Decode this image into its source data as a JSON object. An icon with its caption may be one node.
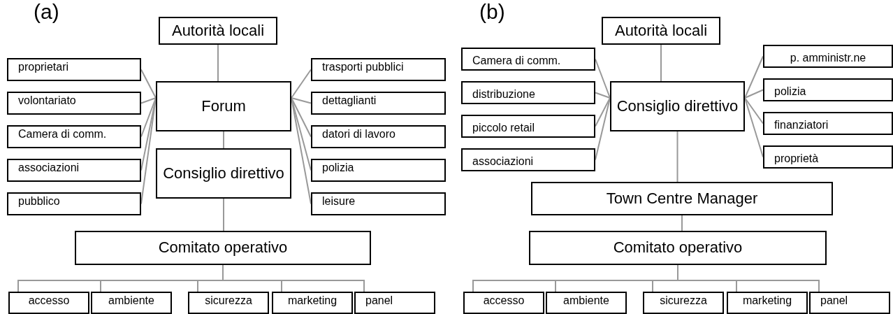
{
  "diagram": {
    "nodes": [
      {
        "text": [
          "Autorità locali"
        ]
      },
      {
        "text": [
          "proprietari"
        ]
      },
      {
        "text": [
          "volontariato"
        ]
      },
      {
        "text": [
          "Camera di comm."
        ]
      },
      {
        "text": [
          "associazioni"
        ]
      },
      {
        "text": [
          "pubblico"
        ]
      },
      {
        "text": [
          "Forum"
        ]
      },
      {
        "text": [
          "trasporti pubblici"
        ]
      },
      {
        "text": [
          "dettaglianti"
        ]
      },
      {
        "text": [
          "datori di lavoro"
        ]
      },
      {
        "text": [
          "polizia"
        ]
      },
      {
        "text": [
          "leisure"
        ]
      },
      {
        "text": [
          "Consiglio direttivo"
        ]
      },
      {
        "text": [
          "Comitato operativo"
        ]
      },
      {
        "text": [
          "accesso"
        ]
      },
      {
        "text": [
          "ambiente"
        ]
      },
      {
        "text": [
          "sicurezza"
        ]
      },
      {
        "text": [
          "marketing"
        ]
      },
      {
        "text": [
          "panel"
        ]
      },
      {
        "text": [
          "Autorità locali"
        ]
      },
      {
        "text": [
          "Camera di comm."
        ]
      },
      {
        "text": [
          "distribuzione"
        ]
      },
      {
        "text": [
          "piccolo retail"
        ]
      },
      {
        "text": [
          "associazioni"
        ]
      },
      {
        "text": [
          "Consiglio direttivo"
        ]
      },
      {
        "text": [
          "p. amministr.ne"
        ]
      },
      {
        "text": [
          "polizia"
        ]
      },
      {
        "text": [
          "finanziatori"
        ]
      },
      {
        "text": [
          "proprietà"
        ]
      },
      {
        "text": [
          "Town Centre Manager"
        ]
      },
      {
        "text": [
          "Comitato operativo"
        ]
      },
      {
        "text": [
          "accesso"
        ]
      },
      {
        "text": [
          "ambiente"
        ]
      },
      {
        "text": [
          "sicurezza"
        ]
      },
      {
        "text": [
          "marketing"
        ]
      },
      {
        "text": [
          "panel"
        ]
      }
    ],
    "edges": [
      {
        "from": 0,
        "to": 6,
        "arrow": "none"
      },
      {
        "from": 1,
        "to": 6,
        "arrow": "none"
      },
      {
        "from": 2,
        "to": 6,
        "arrow": "none"
      },
      {
        "from": 3,
        "to": 6,
        "arrow": "none"
      },
      {
        "from": 4,
        "to": 6,
        "arrow": "none"
      },
      {
        "from": 5,
        "to": 6,
        "arrow": "none"
      },
      {
        "from": 6,
        "to": 7,
        "arrow": "none"
      },
      {
        "from": 6,
        "to": 8,
        "arrow": "none"
      },
      {
        "from": 6,
        "to": 9,
        "arrow": "none"
      },
      {
        "from": 6,
        "to": 10,
        "arrow": "none"
      },
      {
        "from": 6,
        "to": 11,
        "arrow": "none"
      },
      {
        "from": 6,
        "to": 12,
        "arrow": "none"
      },
      {
        "from": 12,
        "to": 13,
        "arrow": "none"
      },
      {
        "from": 13,
        "to": 14,
        "arrow": "none"
      },
      {
        "from": 13,
        "to": 15,
        "arrow": "none"
      },
      {
        "from": 13,
        "to": 16,
        "arrow": "none"
      },
      {
        "from": 13,
        "to": 17,
        "arrow": "none"
      },
      {
        "from": 13,
        "to": 18,
        "arrow": "none"
      },
      {
        "from": 19,
        "to": 24,
        "arrow": "none"
      },
      {
        "from": 20,
        "to": 24,
        "arrow": "none"
      },
      {
        "from": 21,
        "to": 24,
        "arrow": "none"
      },
      {
        "from": 22,
        "to": 24,
        "arrow": "none"
      },
      {
        "from": 23,
        "to": 24,
        "arrow": "none"
      },
      {
        "from": 24,
        "to": 25,
        "arrow": "none"
      },
      {
        "from": 24,
        "to": 26,
        "arrow": "none"
      },
      {
        "from": 24,
        "to": 27,
        "arrow": "none"
      },
      {
        "from": 24,
        "to": 28,
        "arrow": "none"
      },
      {
        "from": 24,
        "to": 29,
        "arrow": "none"
      },
      {
        "from": 29,
        "to": 30,
        "arrow": "none"
      },
      {
        "from": 30,
        "to": 31,
        "arrow": "none"
      },
      {
        "from": 30,
        "to": 32,
        "arrow": "none"
      },
      {
        "from": 30,
        "to": 33,
        "arrow": "none"
      },
      {
        "from": 30,
        "to": 34,
        "arrow": "none"
      },
      {
        "from": 30,
        "to": 35,
        "arrow": "none"
      }
    ],
    "labels": [
      "(a)",
      "(b)"
    ]
  }
}
